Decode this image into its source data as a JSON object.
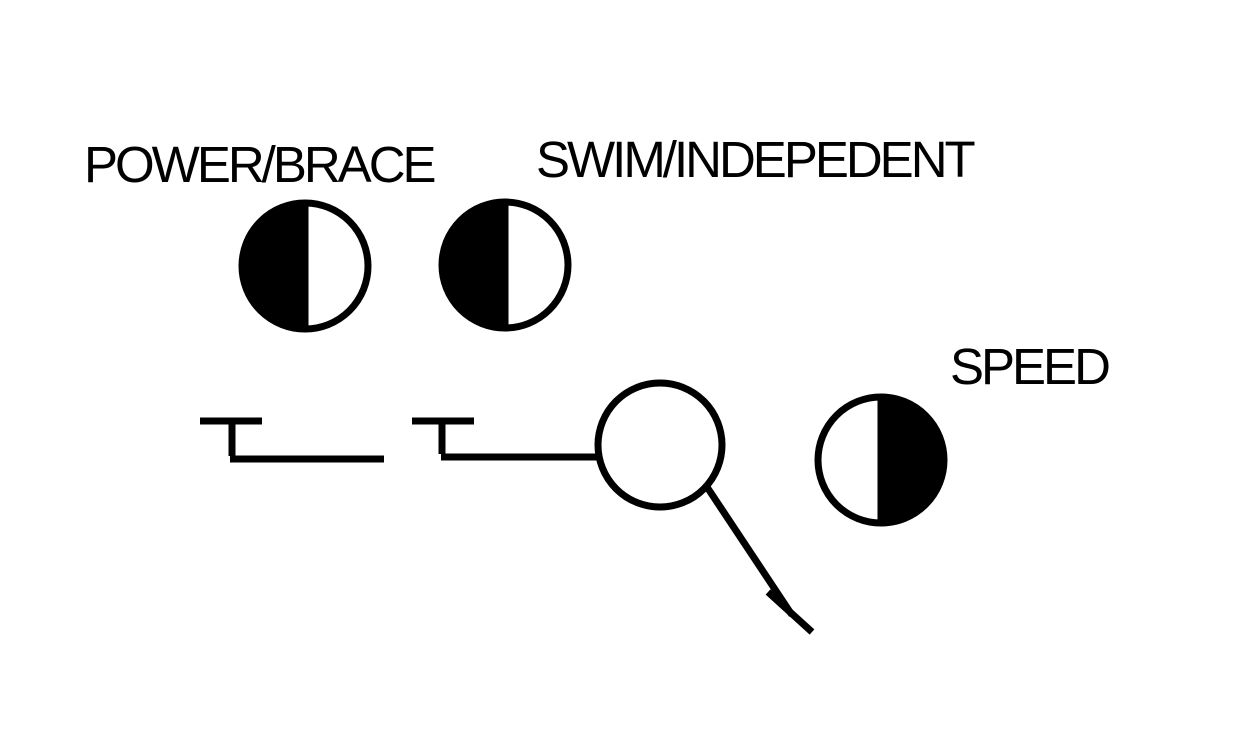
{
  "labels": {
    "power_brace": "POWER/BRACE",
    "swim_independent": "SWIM/INDEPEDENT",
    "speed": "SPEED"
  },
  "colors": {
    "foreground": "#000000",
    "background": "#ffffff"
  },
  "icons": [
    "half-filled-circle-icon",
    "half-filled-circle-icon",
    "half-filled-circle-icon",
    "open-circle-icon",
    "tee-marker-icon",
    "tee-marker-icon"
  ]
}
